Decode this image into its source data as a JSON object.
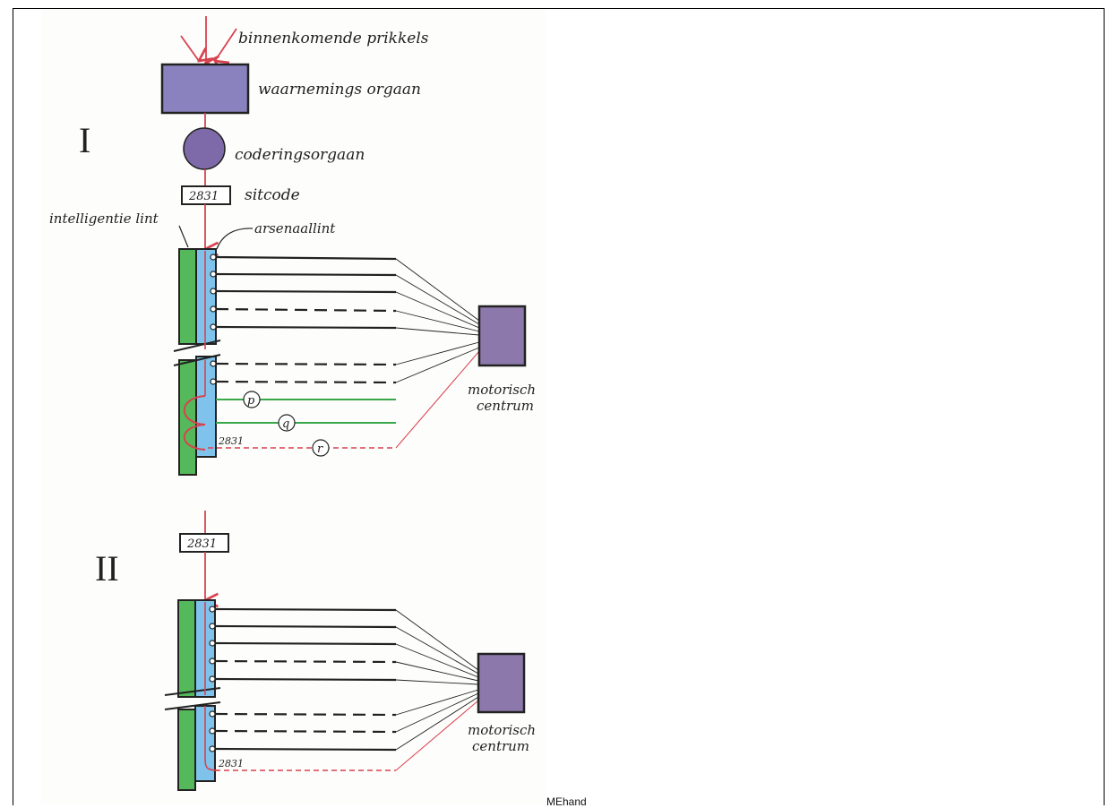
{
  "labels": {
    "incoming": "binnenkomende prikkels",
    "perception": "waarnemings orgaan",
    "coding": "coderingsorgaan",
    "sitcode": "sitcode",
    "intelligence_tape": "intelligentie lint",
    "arsenal_tape": "arsenaallint",
    "motor_1_line1": "motorisch",
    "motor_1_line2": "centrum",
    "motor_2_line1": "motorisch",
    "motor_2_line2": "centrum",
    "code_box_1": "2831",
    "code_box_2": "2831",
    "code_small_1": "2831",
    "code_small_2": "2831",
    "marker_p": "p",
    "marker_q": "q",
    "marker_r": "r",
    "roman_1": "I",
    "roman_2": "II"
  },
  "caption": "MEhand",
  "colors": {
    "signal": "#d8424f",
    "box_fill": "#8a82bf",
    "motor_fill": "#8c78ab",
    "tape_green": "#55b85a",
    "tape_blue": "#7fc3ec",
    "green_line": "#39a84a"
  }
}
